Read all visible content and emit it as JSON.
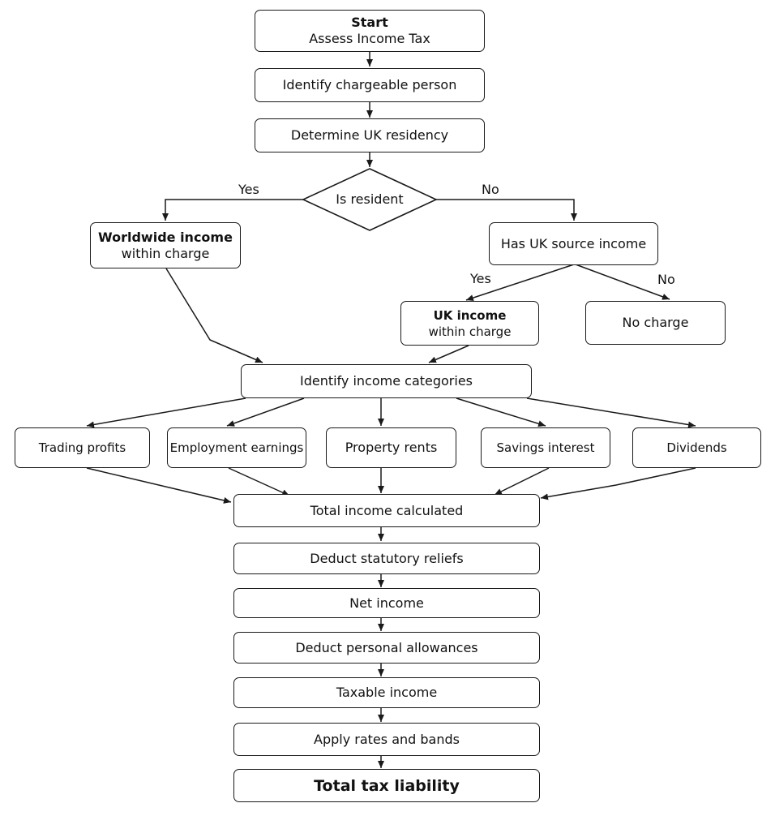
{
  "nodes": {
    "start_title": "Start",
    "start_sub": "Assess Income Tax",
    "identify_person": "Identify chargeable person",
    "determine_residency": "Determine UK residency",
    "is_resident": "Is resident",
    "worldwide_title": "Worldwide income",
    "worldwide_sub": "within charge",
    "has_uk_source": "Has UK source income",
    "uk_income_title": "UK income",
    "uk_income_sub": "within charge",
    "no_charge": "No charge",
    "identify_categories": "Identify income categories",
    "trading_profits": "Trading profits",
    "employment_earnings": "Employment earnings",
    "property_rents": "Property rents",
    "savings_interest": "Savings interest",
    "dividends": "Dividends",
    "total_income": "Total income calculated",
    "deduct_reliefs": "Deduct statutory reliefs",
    "net_income": "Net income",
    "deduct_allowances": "Deduct personal allowances",
    "taxable_income": "Taxable income",
    "apply_rates": "Apply rates and bands",
    "total_tax": "Total tax liability"
  },
  "edge_labels": {
    "resident_yes": "Yes",
    "resident_no": "No",
    "uk_source_yes": "Yes",
    "uk_source_no": "No"
  }
}
